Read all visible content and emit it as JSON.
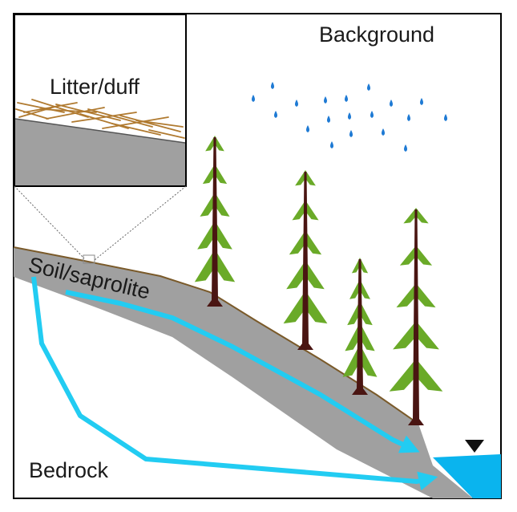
{
  "labels": {
    "background": "Background",
    "litter_duff": "Litter/duff",
    "soil_saprolite": "Soil/saprolite",
    "bedrock": "Bedrock"
  },
  "colors": {
    "frame": "#000000",
    "soil": "#a0a0a0",
    "soil_edge": "#7a5a2a",
    "flow_path": "#22ccf2",
    "stream": "#0ab4ee",
    "tree_foliage": "#6aaa28",
    "tree_trunk": "#4a1512",
    "rain": "#1e7ad4",
    "litter": "#b07a30"
  },
  "icons": {
    "rain": "raindrop-icon",
    "water_table": "triangle-down-icon",
    "trees": "conifer-tree-icon"
  }
}
